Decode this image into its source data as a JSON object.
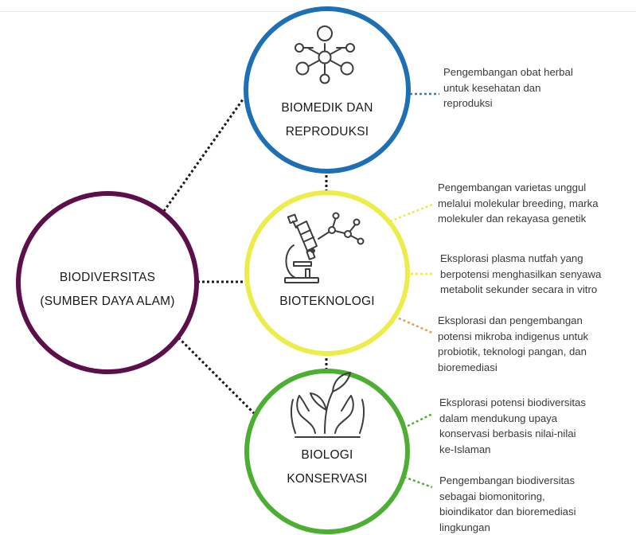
{
  "center": {
    "line1": "BIODIVERSITAS",
    "line2": "(SUMBER DAYA ALAM)"
  },
  "nodes": {
    "biomedik": {
      "line1": "BIOMEDIK DAN",
      "line2": "REPRODUKSI",
      "icon": "molecule-icon"
    },
    "bioteknologi": {
      "line1": "BIOTEKNOLOGI",
      "icon": "microscope-icon"
    },
    "konservasi": {
      "line1": "BIOLOGI",
      "line2": "KONSERVASI",
      "icon": "hands-plant-icon"
    }
  },
  "notes": {
    "n1": [
      "Pengembangan obat herbal",
      "untuk kesehatan dan",
      "reproduksi"
    ],
    "n2": [
      "Pengembangan varietas unggul",
      "melalui molekular breeding, marka",
      "molekuler dan rekayasa genetik"
    ],
    "n3": [
      "Eksplorasi plasma nutfah yang",
      "berpotensi menghasilkan senyawa",
      "metabolit sekunder secara in vitro"
    ],
    "n4": [
      "Eksplorasi dan pengembangan",
      "potensi mikroba indigenus untuk",
      "probiotik, teknologi pangan, dan",
      "bioremediasi"
    ],
    "n5": [
      "Eksplorasi potensi biodiversitas",
      "dalam mendukung upaya",
      "konservasi berbasis nilai-nilai",
      "ke-Islaman"
    ],
    "n6": [
      "Pengembangan biodiversitas",
      "sebagai biomonitoring,",
      "bioindikator dan bioremediasi",
      "lingkungan"
    ]
  },
  "colors": {
    "center": "#5c0f4a",
    "biomedik": "#1f6fb5",
    "bioteknologi": "#ecec4a",
    "konservasi": "#4cae32",
    "connector": "#1a1a1a",
    "note_blue": "#2f7fc0",
    "note_yellow": "#ecec4a",
    "note_orange": "#e3a04a",
    "note_green": "#4cae32",
    "icon": "#3d3d3d"
  }
}
